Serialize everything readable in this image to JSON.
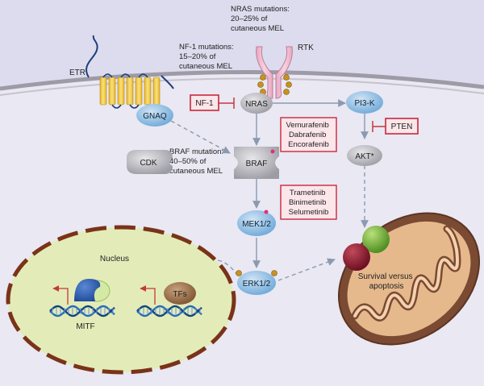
{
  "annotations": {
    "nras_mutation": [
      "NRAS mutations:",
      "20–25% of",
      "cutaneous MEL"
    ],
    "nf1_mutation": [
      "NF-1 mutations:",
      "15–20% of",
      "cutaneous MEL"
    ],
    "braf_mutation": [
      "BRAF mutation:",
      "40–50% of",
      "cutaneous MEL"
    ]
  },
  "receptors": {
    "etr": "ETR",
    "rtk": "RTK"
  },
  "nodes": {
    "gnaq": "GNAQ",
    "nf1": "NF-1",
    "nras": "NRAS",
    "pi3k": "PI3-K",
    "pten": "PTEN",
    "cdk": "CDK",
    "braf": "BRAF",
    "akt": "AKT*",
    "mek": "MEK1/2",
    "erk": "ERK1/2",
    "tfs": "TFs"
  },
  "braf_inhibitors": [
    "Vemurafenib",
    "Dabrafenib",
    "Encorafenib"
  ],
  "mek_inhibitors": [
    "Trametinib",
    "Binimetinib",
    "Selumetinib"
  ],
  "nucleus": {
    "label": "Nucleus",
    "mitf": "MITF"
  },
  "mitochondrion": {
    "label": [
      "Survival versus",
      "apoptosis"
    ]
  },
  "colors": {
    "background": "#dcdcee",
    "cytoplasm": "#e9e8f3",
    "membrane_line": "#9e9aa6",
    "protein_blue": "#6ea8d8",
    "protein_gray": "#a9a9ae",
    "inhibitor_box": "#c8283c",
    "inhibitor_fill": "#fbe6ea",
    "nucleus_fill": "#e3ecb8",
    "nucleus_border": "#7a3318",
    "mitochondrion": "#7a4a33",
    "dna": "#2a6bb8"
  }
}
